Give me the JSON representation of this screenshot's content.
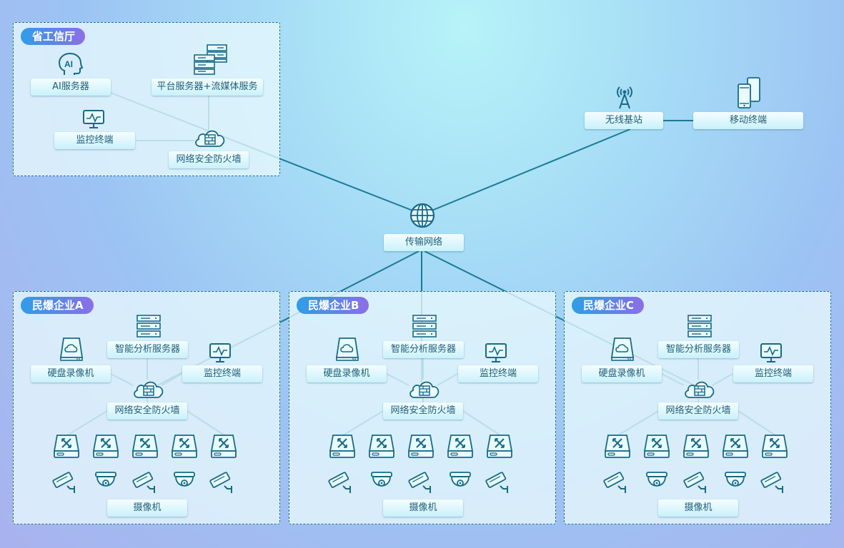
{
  "colors": {
    "line": "#1b7a95",
    "icon": "#176a86"
  },
  "gov": {
    "title": "省工信厅",
    "ai_server": "AI服务器",
    "platform_server": "平台服务器+流媒体服务",
    "monitor": "监控终端",
    "firewall": "网络安全防火墙"
  },
  "center": {
    "network": "传输网络",
    "base_station": "无线基站",
    "mobile": "移动终端"
  },
  "companies": [
    {
      "title": "民爆企业A",
      "disk_recorder": "硬盘录像机",
      "analysis_server": "智能分析服务器",
      "monitor": "监控终端",
      "firewall": "网络安全防火墙",
      "cameras": "摄像机"
    },
    {
      "title": "民爆企业B",
      "disk_recorder": "硬盘录像机",
      "analysis_server": "智能分析服务器",
      "monitor": "监控终端",
      "firewall": "网络安全防火墙",
      "cameras": "摄像机"
    },
    {
      "title": "民爆企业C",
      "disk_recorder": "硬盘录像机",
      "analysis_server": "智能分析服务器",
      "monitor": "监控终端",
      "firewall": "网络安全防火墙",
      "cameras": "摄像机"
    }
  ]
}
